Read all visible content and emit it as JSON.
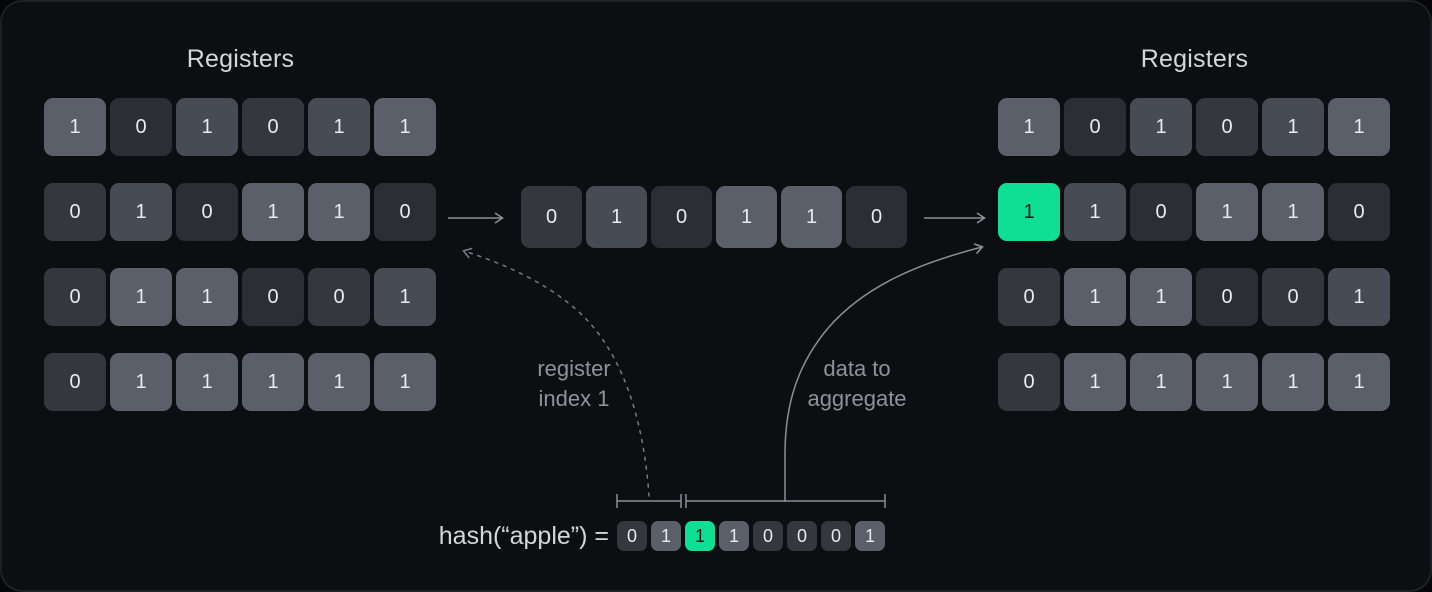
{
  "colors": {
    "panel_bg": "#0d0e11",
    "panel_border": "#1d2024",
    "accent_green": "#0fdf95",
    "green_cell_text": "#14171b",
    "line_gray": "#8a8f97",
    "dashed_gray": "#767b83",
    "label_gray": "#8d929b",
    "title_gray": "#d4d6d9",
    "cell_text": "#e9ebee",
    "tone0": "#2b2e34",
    "tone1": "#34373e",
    "tone2": "#474b54",
    "tone3": "#5a5f69"
  },
  "left_registers": {
    "title": "Registers",
    "rows": [
      [
        {
          "v": "1",
          "tone": "t3"
        },
        {
          "v": "0",
          "tone": "t0"
        },
        {
          "v": "1",
          "tone": "t2"
        },
        {
          "v": "0",
          "tone": "t1"
        },
        {
          "v": "1",
          "tone": "t2"
        },
        {
          "v": "1",
          "tone": "t3"
        }
      ],
      [
        {
          "v": "0",
          "tone": "t1"
        },
        {
          "v": "1",
          "tone": "t2"
        },
        {
          "v": "0",
          "tone": "t0"
        },
        {
          "v": "1",
          "tone": "t3"
        },
        {
          "v": "1",
          "tone": "t3"
        },
        {
          "v": "0",
          "tone": "t0"
        }
      ],
      [
        {
          "v": "0",
          "tone": "t1"
        },
        {
          "v": "1",
          "tone": "t3"
        },
        {
          "v": "1",
          "tone": "t3"
        },
        {
          "v": "0",
          "tone": "t0"
        },
        {
          "v": "0",
          "tone": "t1"
        },
        {
          "v": "1",
          "tone": "t2"
        }
      ],
      [
        {
          "v": "0",
          "tone": "t1"
        },
        {
          "v": "1",
          "tone": "t3"
        },
        {
          "v": "1",
          "tone": "t3"
        },
        {
          "v": "1",
          "tone": "t3"
        },
        {
          "v": "1",
          "tone": "t3"
        },
        {
          "v": "1",
          "tone": "t3"
        }
      ]
    ]
  },
  "middle_row": {
    "cells": [
      {
        "v": "0",
        "tone": "t1"
      },
      {
        "v": "1",
        "tone": "t2"
      },
      {
        "v": "0",
        "tone": "t0"
      },
      {
        "v": "1",
        "tone": "t3"
      },
      {
        "v": "1",
        "tone": "t3"
      },
      {
        "v": "0",
        "tone": "t0"
      }
    ]
  },
  "right_registers": {
    "title": "Registers",
    "rows": [
      [
        {
          "v": "1",
          "tone": "t3"
        },
        {
          "v": "0",
          "tone": "t0"
        },
        {
          "v": "1",
          "tone": "t2"
        },
        {
          "v": "0",
          "tone": "t1"
        },
        {
          "v": "1",
          "tone": "t2"
        },
        {
          "v": "1",
          "tone": "t3"
        }
      ],
      [
        {
          "v": "1",
          "tone": "green"
        },
        {
          "v": "1",
          "tone": "t2"
        },
        {
          "v": "0",
          "tone": "t0"
        },
        {
          "v": "1",
          "tone": "t3"
        },
        {
          "v": "1",
          "tone": "t3"
        },
        {
          "v": "0",
          "tone": "t0"
        }
      ],
      [
        {
          "v": "0",
          "tone": "t1"
        },
        {
          "v": "1",
          "tone": "t3"
        },
        {
          "v": "1",
          "tone": "t3"
        },
        {
          "v": "0",
          "tone": "t0"
        },
        {
          "v": "0",
          "tone": "t1"
        },
        {
          "v": "1",
          "tone": "t2"
        }
      ],
      [
        {
          "v": "0",
          "tone": "t1"
        },
        {
          "v": "1",
          "tone": "t3"
        },
        {
          "v": "1",
          "tone": "t3"
        },
        {
          "v": "1",
          "tone": "t3"
        },
        {
          "v": "1",
          "tone": "t3"
        },
        {
          "v": "1",
          "tone": "t3"
        }
      ]
    ]
  },
  "hash": {
    "label": "hash(“apple”) =",
    "cells": [
      {
        "v": "0",
        "tone": "t1"
      },
      {
        "v": "1",
        "tone": "t3"
      },
      {
        "v": "1",
        "tone": "green"
      },
      {
        "v": "1",
        "tone": "t3"
      },
      {
        "v": "0",
        "tone": "t1"
      },
      {
        "v": "0",
        "tone": "t1"
      },
      {
        "v": "0",
        "tone": "t1"
      },
      {
        "v": "1",
        "tone": "t3"
      }
    ]
  },
  "annotations": {
    "register_index": {
      "line1": "register",
      "line2": "index 1"
    },
    "data_to_aggregate": {
      "line1": "data to",
      "line2": "aggregate"
    }
  }
}
